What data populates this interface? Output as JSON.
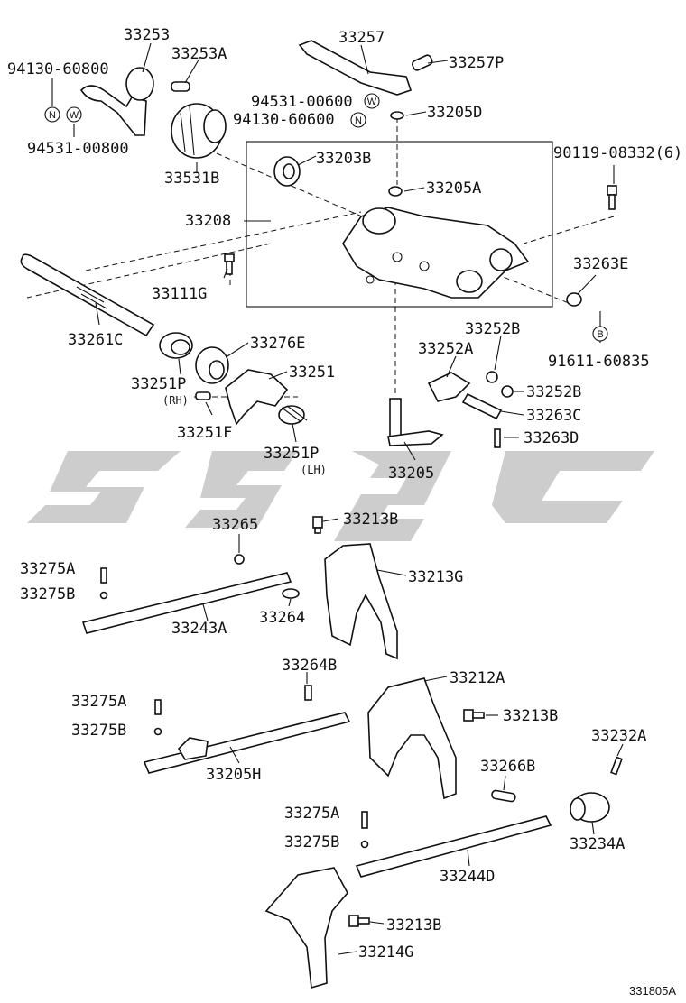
{
  "accent_color": "#c8c8c8",
  "watermark": "cqgc",
  "reference": "331805A",
  "markers": {
    "n": "N",
    "w": "W",
    "b": "B"
  },
  "labels": {
    "p33253": "33253",
    "p33253A": "33253A",
    "p94130_60800": "94130-60800",
    "p94531_00800": "94531-00800",
    "p33531B": "33531B",
    "p33257": "33257",
    "p33257P": "33257P",
    "p94531_00600": "94531-00600",
    "p94130_60600": "94130-60600",
    "p33205D": "33205D",
    "p33203B": "33203B",
    "p90119_08332": "90119-08332(6)",
    "p33205A": "33205A",
    "p33208": "33208",
    "p33263E": "33263E",
    "p33111G": "33111G",
    "p91611_60835": "91611-60835",
    "p33261C": "33261C",
    "p33276E": "33276E",
    "p33252B_1": "33252B",
    "p33252A": "33252A",
    "p33251P_rh": "33251P",
    "rh": "(RH)",
    "p33251": "33251",
    "p33252B_2": "33252B",
    "p33263C": "33263C",
    "p33251F": "33251F",
    "p33263D": "33263D",
    "p33251P_lh": "33251P",
    "lh": "(LH)",
    "p33205": "33205",
    "p33265": "33265",
    "p33213B_1": "33213B",
    "p33275A_1": "33275A",
    "p33213G": "33213G",
    "p33275B_1": "33275B",
    "p33264": "33264",
    "p33243A": "33243A",
    "p33264B": "33264B",
    "p33212A": "33212A",
    "p33275A_2": "33275A",
    "p33213B_2": "33213B",
    "p33275B_2": "33275B",
    "p33232A": "33232A",
    "p33205H": "33205H",
    "p33266B": "33266B",
    "p33275A_3": "33275A",
    "p33234A": "33234A",
    "p33275B_3": "33275B",
    "p33244D": "33244D",
    "p33213B_3": "33213B",
    "p33214G": "33214G"
  }
}
